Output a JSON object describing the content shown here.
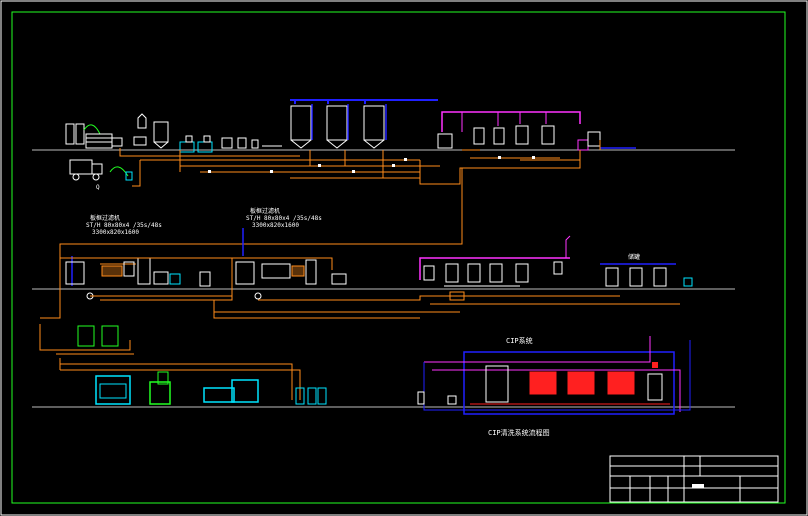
{
  "drawing": {
    "frame_color": "#ffffff",
    "border_color": "#00ff00",
    "colors": {
      "line": "#ff8c1a",
      "pipe_blue": "#2020ff",
      "pipe_magenta": "#ff33ff",
      "equipment_white": "#ffffff",
      "equipment_cyan": "#00e5ff",
      "equipment_green": "#22ff22",
      "tank_red": "#ff2020",
      "floor_line": "#cccccc",
      "yellow": "#ffff33"
    }
  },
  "labels": {
    "line1_title": "板框过滤机",
    "line1_spec_a": "ST/H  80x80x4 /35s/48s",
    "line1_spec_b": "3300x820x1600",
    "line2_title": "板框过滤机",
    "line2_spec_a": "ST/H  80x80x4 /35s/48s",
    "line2_spec_b": "3300x820x1600",
    "cip_top": "CIP系统",
    "cip_bottom": "CIP清洗系统流程图",
    "small_tag_1": "Q",
    "tanks_right_title": "储罐"
  },
  "title_block": {
    "center_text": ""
  }
}
